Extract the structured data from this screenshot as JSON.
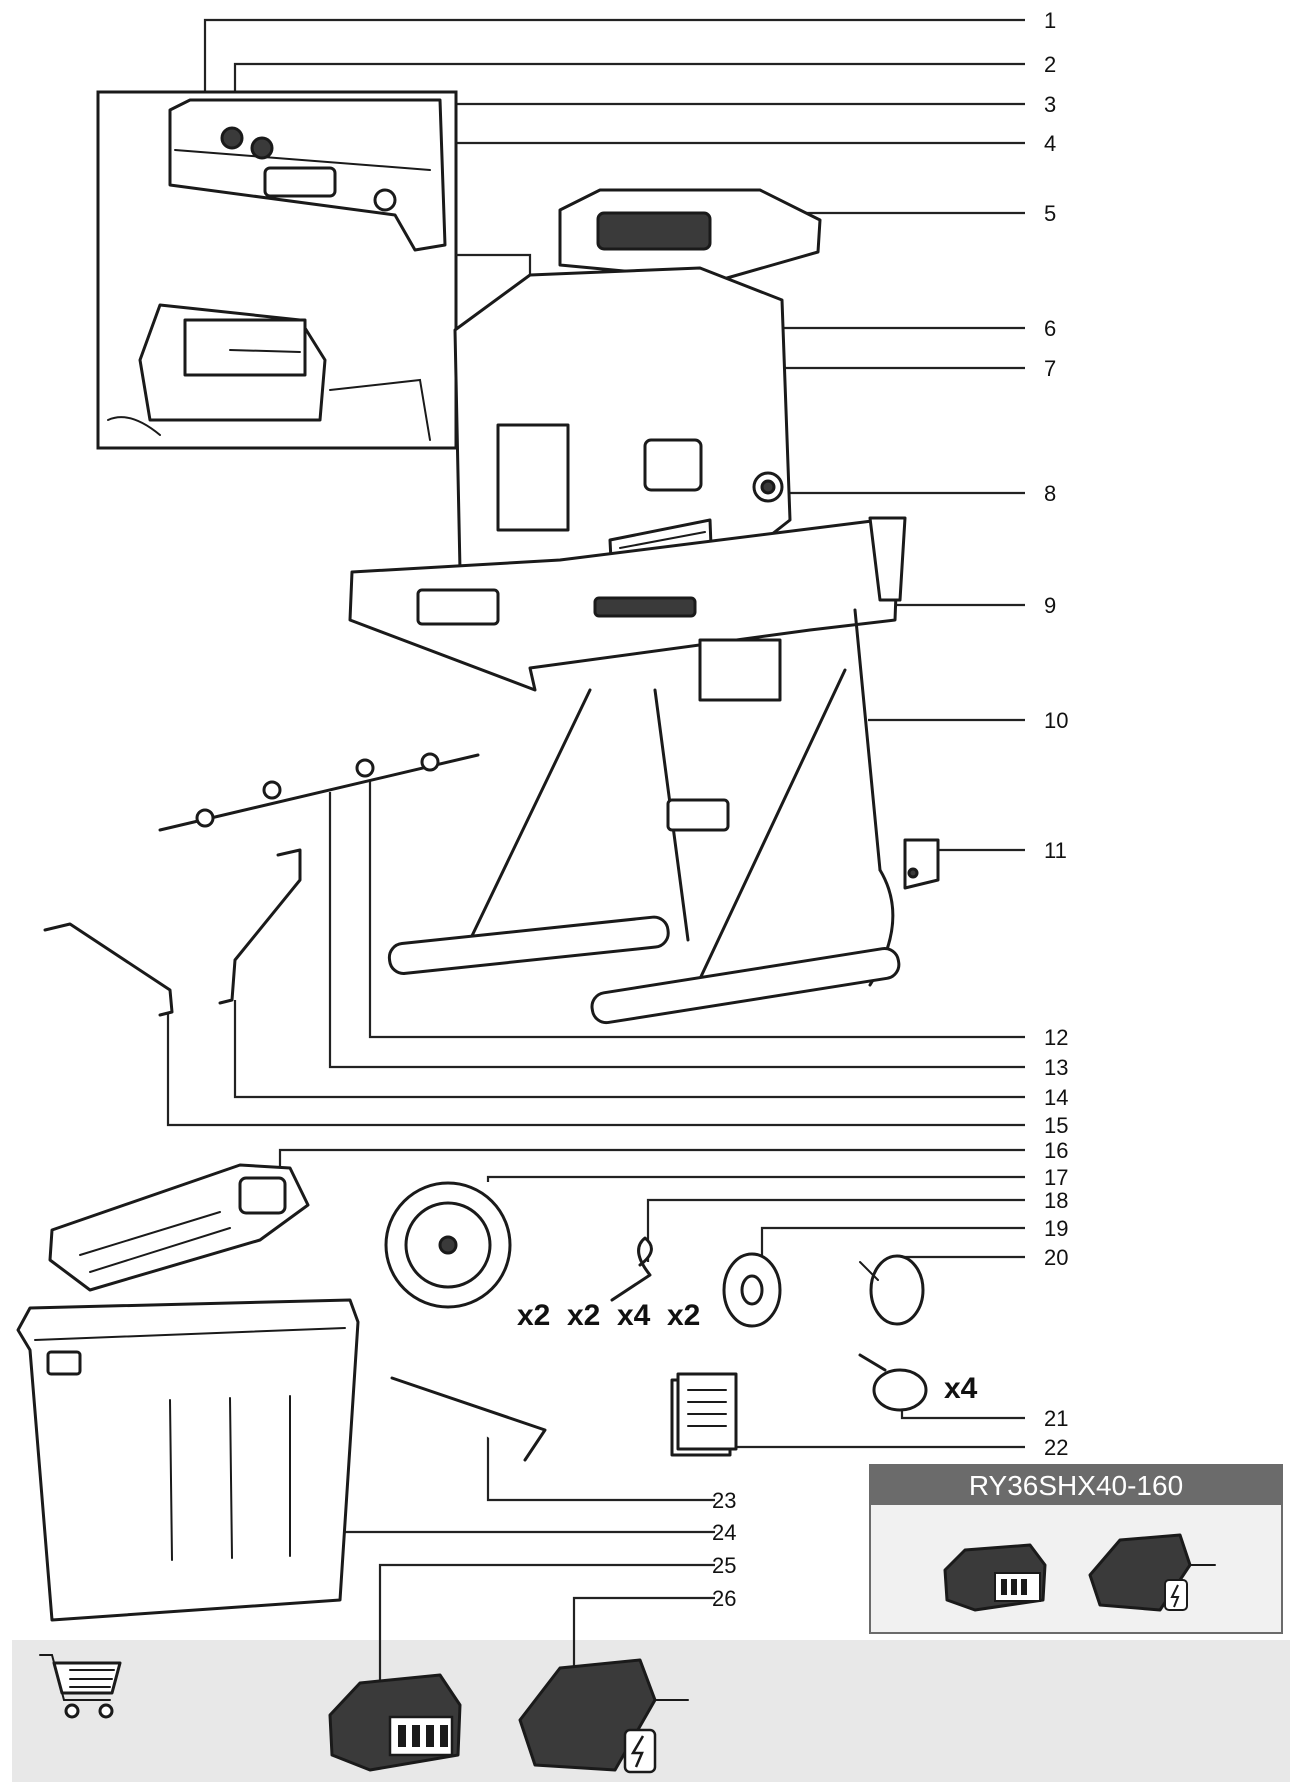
{
  "callouts": [
    "1",
    "2",
    "3",
    "4",
    "5",
    "6",
    "7",
    "8",
    "9",
    "10",
    "11",
    "12",
    "13",
    "14",
    "15",
    "16",
    "17",
    "18",
    "19",
    "20",
    "21",
    "22",
    "23",
    "24",
    "25",
    "26"
  ],
  "quantities": {
    "wheel": "x2",
    "r_clip": "x2",
    "washer": "x4",
    "hub_cap": "x2",
    "knob": "x4"
  },
  "model_box": {
    "title": "RY36SHX40-160",
    "header_color": "#6b6b6b",
    "panel_color": "#f1f1f1"
  },
  "accessory_band_color": "#e8e8e8",
  "icons": {
    "shopping_cart": "shopping-cart-icon",
    "battery": "battery-icon",
    "charger": "charger-icon"
  }
}
